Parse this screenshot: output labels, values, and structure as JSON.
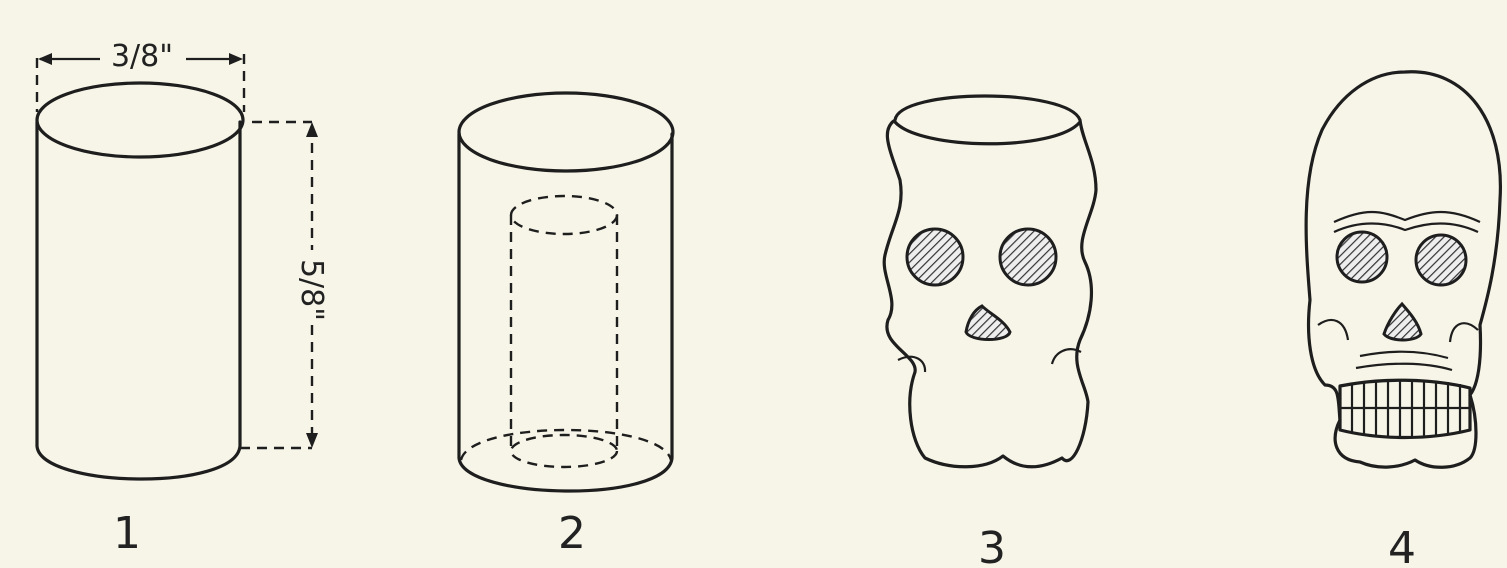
{
  "figures": [
    {
      "number": "1",
      "width_label": "3/8\"",
      "height_label": "5/8\""
    },
    {
      "number": "2"
    },
    {
      "number": "3"
    },
    {
      "number": "4"
    }
  ]
}
